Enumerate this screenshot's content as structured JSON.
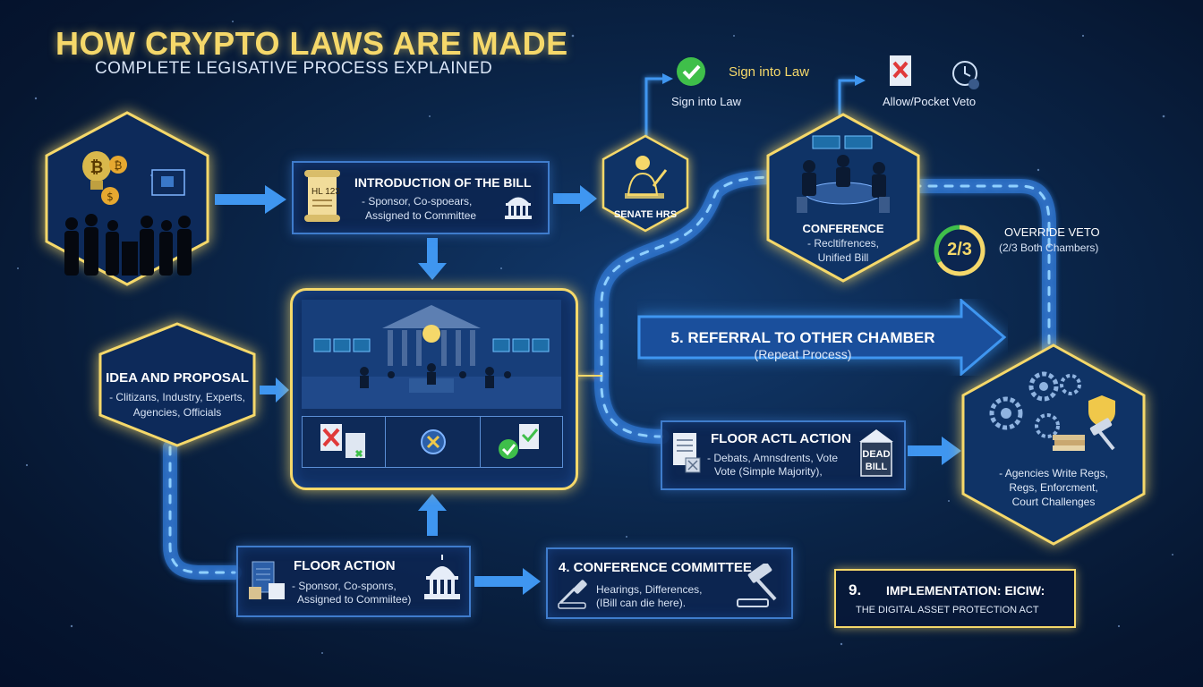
{
  "header": {
    "title": "HOW CRYPTO LAWS ARE MADE",
    "subtitle": "COMPLETE LEGISATIVE PROCESS EXPLAINED"
  },
  "idea": {
    "title": "IDEA AND PROPOSAL",
    "line1": "- Clitizans, Industry, Experts,",
    "line2": "Agencies, Officials"
  },
  "introduction": {
    "title": "INTRODUCTION OF THE BILL",
    "line1": "- Sponsor, Co-spoears,",
    "line2": "Assigned to Committee",
    "scroll_text": "HL 123"
  },
  "senate": {
    "label": "SENATE HRS"
  },
  "sign_law": {
    "title": "Sign into Law",
    "caption": "Sign into Law"
  },
  "veto": {
    "caption": "Allow/Pocket Veto"
  },
  "conference": {
    "title": "CONFERENCE",
    "line1": "- Recltifrences,",
    "line2": "Unified Bill"
  },
  "override": {
    "badge": "2/3",
    "title": "OVERRIDE VETO",
    "subtitle": "(2/3 Both Chambers)"
  },
  "referral": {
    "title": "5. REFERRAL TO OTHER CHAMBER",
    "subtitle": "(Repeat Process)"
  },
  "floor_actl": {
    "title": "FLOOR ACTL ACTION",
    "line1": "- Debats, Amnsdrents, Vote",
    "line2": "Vote (Simple Majority),",
    "badge_line1": "DEAD",
    "badge_line2": "BILL"
  },
  "implementation_hex": {
    "line1": "- Agencies Write Regs,",
    "line2": "Regs, Enforcment,",
    "line3": "Court Challenges"
  },
  "floor_action": {
    "title": "FLOOR ACTION",
    "line1": "- Sponsor, Co-sponrs,",
    "line2": "Assigned to Commiitee)"
  },
  "conference_committee": {
    "title": "4. CONFERENCE COMMITTEE",
    "line1": "Hearings, Differences,",
    "line2": "(IBill can die here)."
  },
  "implementation_box": {
    "number": "9.",
    "title": "IMPLEMENTATION: EICIW:",
    "line1": "THE DIGITAL ASSET PROTECTION ACT"
  },
  "colors": {
    "gold": "#f5d86a",
    "blue_line": "#3f7ccc",
    "arrow_blue": "#3f96f0",
    "check_green": "#3fbf4a",
    "cross_red": "#e03a3a"
  }
}
